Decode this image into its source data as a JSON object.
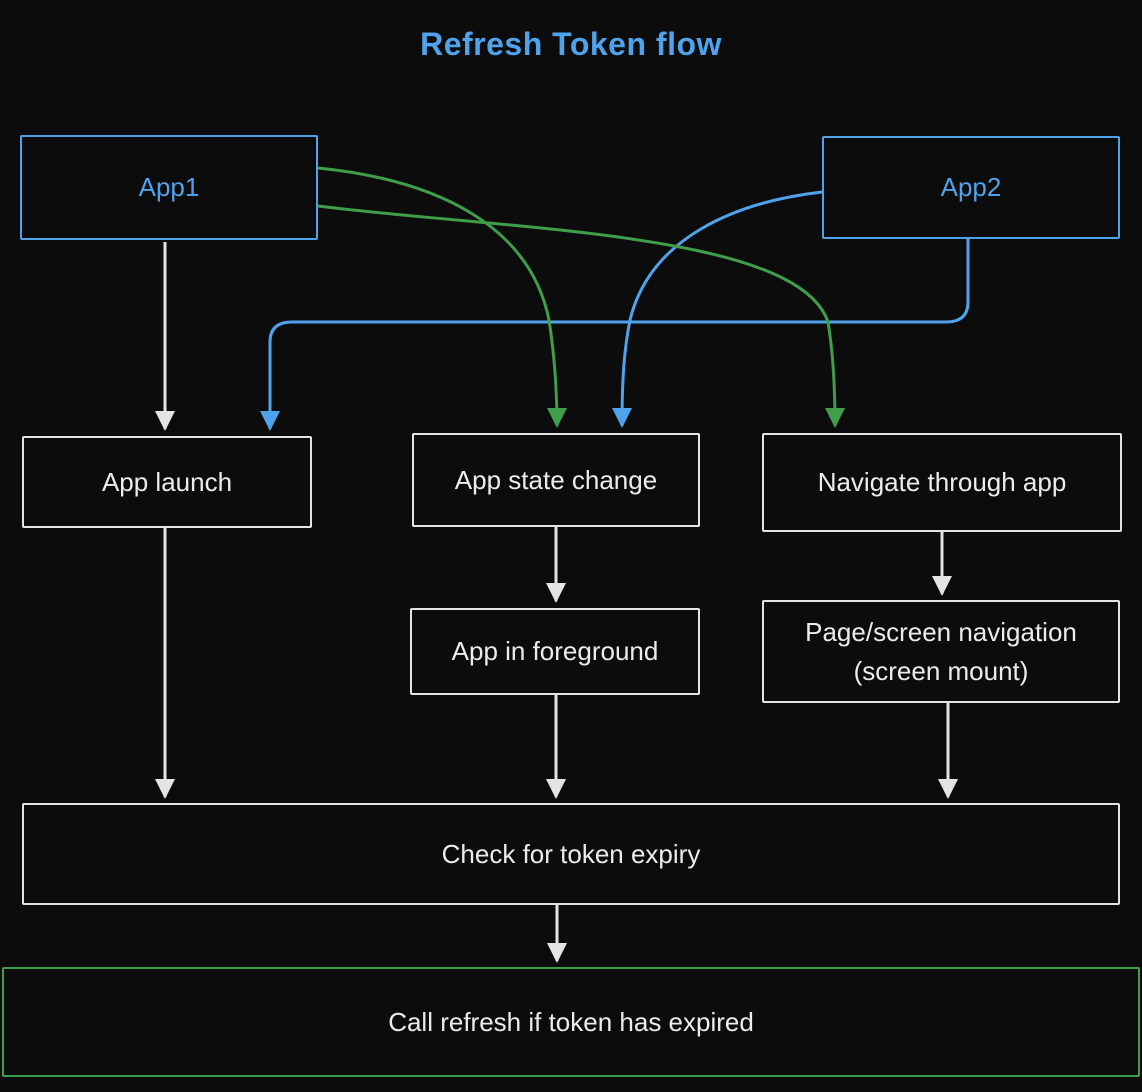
{
  "title": "Refresh Token flow",
  "colors": {
    "background": "#0c0c0c",
    "blue": "#4fa3ec",
    "green": "#3f9e4a",
    "gray": "#e4e4e4",
    "text": "#ececec"
  },
  "nodes": {
    "app1": {
      "label": "App1"
    },
    "app2": {
      "label": "App2"
    },
    "app_launch": {
      "label": "App launch"
    },
    "app_state_change": {
      "label": "App state change"
    },
    "navigate_through_app": {
      "label": "Navigate through app"
    },
    "app_in_foreground": {
      "label": "App in foreground"
    },
    "page_screen_navigation": {
      "label": "Page/screen navigation (screen mount)"
    },
    "check_token_expiry": {
      "label": "Check for token expiry"
    },
    "call_refresh": {
      "label": "Call refresh if token has expired"
    }
  },
  "edges": [
    {
      "from": "App1",
      "to": "App launch",
      "color": "gray"
    },
    {
      "from": "App1",
      "to": "App state change",
      "color": "green"
    },
    {
      "from": "App1",
      "to": "Navigate through app",
      "color": "green"
    },
    {
      "from": "App2",
      "to": "App launch",
      "color": "blue"
    },
    {
      "from": "App2",
      "to": "App state change",
      "color": "blue"
    },
    {
      "from": "App launch",
      "to": "Check for token expiry",
      "color": "gray"
    },
    {
      "from": "App state change",
      "to": "App in foreground",
      "color": "gray"
    },
    {
      "from": "App in foreground",
      "to": "Check for token expiry",
      "color": "gray"
    },
    {
      "from": "Navigate through app",
      "to": "Page/screen navigation (screen mount)",
      "color": "gray"
    },
    {
      "from": "Page/screen navigation (screen mount)",
      "to": "Check for token expiry",
      "color": "gray"
    },
    {
      "from": "Check for token expiry",
      "to": "Call refresh if token has expired",
      "color": "gray"
    }
  ]
}
